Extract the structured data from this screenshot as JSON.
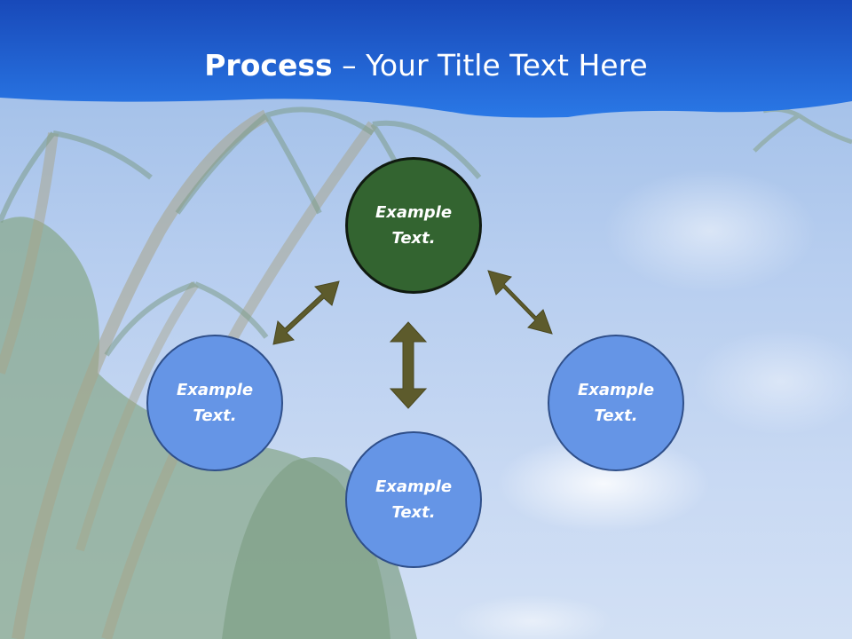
{
  "slide": {
    "title_bold": "Process",
    "title_rest": " – Your Title Text Here"
  },
  "colors": {
    "header_blue": "#1a5fd8",
    "node_blue": "#6595e6",
    "node_green": "#336430",
    "arrow_olive": "#5d5b2c"
  },
  "nodes": {
    "top": {
      "line1": "Example",
      "line2": "Text."
    },
    "left": {
      "line1": "Example",
      "line2": "Text."
    },
    "bottom": {
      "line1": "Example",
      "line2": "Text."
    },
    "right": {
      "line1": "Example",
      "line2": "Text."
    }
  }
}
